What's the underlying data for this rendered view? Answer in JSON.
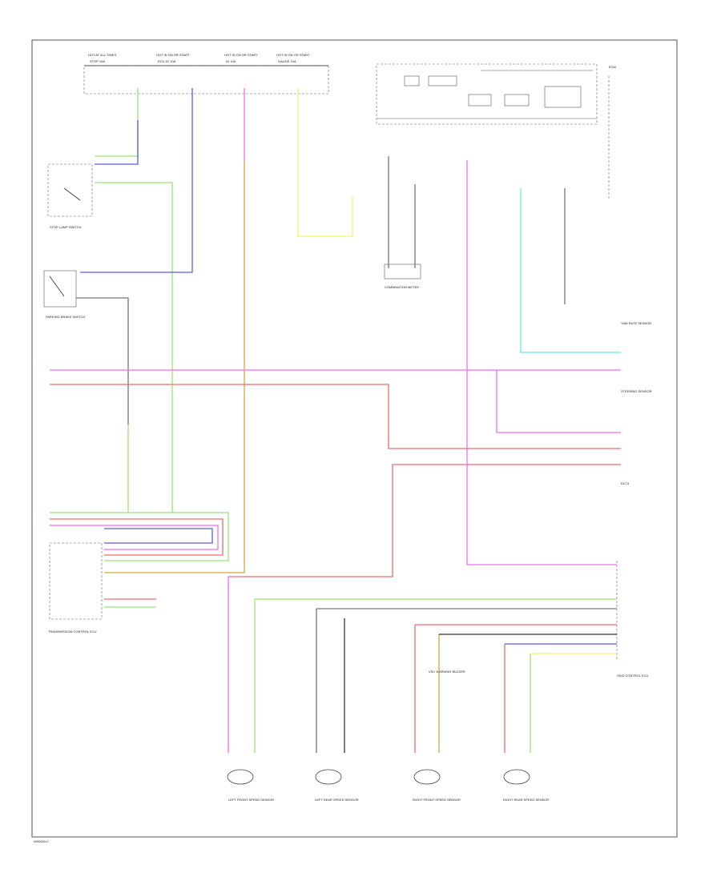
{
  "diagram": {
    "footer_code": "W00000-0",
    "top_fuses": [
      {
        "id": "fuse_1",
        "label": "HOT AT ALL TIMES",
        "name": "STOP 10A"
      },
      {
        "id": "fuse_2",
        "label": "HOT IN ON OR START",
        "name": "ECU-IG 10A"
      },
      {
        "id": "fuse_3",
        "label": "HOT IN ON OR START",
        "name": "IG 10A"
      },
      {
        "id": "fuse_4",
        "label": "HOT IN ON OR START",
        "name": "GAUGE 10A"
      }
    ],
    "component_labels": {
      "stop_lamp_switch": "STOP LAMP SWITCH",
      "parking_brake_switch": "PARKING BRAKE SWITCH",
      "combination_meter": "COMBINATION METER",
      "transmission_ecu": "TRANSMISSION CONTROL ECU",
      "skid_control_ecu": "SKID CONTROL ECU",
      "ecm": "ECM",
      "yaw_rate_sensor": "YAW RATE SENSOR",
      "steering_sensor": "STEERING SENSOR",
      "dlc3": "DLC3",
      "vsc_warning_buzzer": "VSC WARNING BUZZER"
    },
    "wheel_sensors": [
      {
        "id": "lf",
        "label": "LEFT FRONT SPEED SENSOR"
      },
      {
        "id": "lr",
        "label": "LEFT REAR SPEED SENSOR"
      },
      {
        "id": "rf",
        "label": "RIGHT FRONT SPEED SENSOR"
      },
      {
        "id": "rr",
        "label": "RIGHT REAR SPEED SENSOR"
      }
    ],
    "colors": {
      "green": "#9be27a",
      "blue": "#5b5bf0",
      "magenta": "#f36cf3",
      "yellow": "#f3f26a",
      "red": "#f06a6a",
      "orange": "#d8a63e",
      "cyan": "#66e6ef",
      "gray": "#777777",
      "dark": "#333333"
    }
  }
}
